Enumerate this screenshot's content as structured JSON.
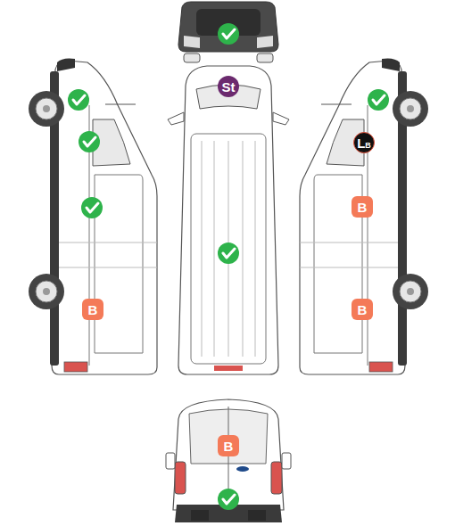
{
  "diagram": {
    "nodes": [
      {
        "text": [
          "St"
        ]
      },
      {
        "text": [
          "L",
          "B"
        ]
      },
      {
        "text": [
          "B"
        ]
      },
      {
        "text": [
          "B"
        ]
      },
      {
        "text": [
          "B"
        ]
      },
      {
        "text": [
          "B"
        ]
      }
    ]
  }
}
